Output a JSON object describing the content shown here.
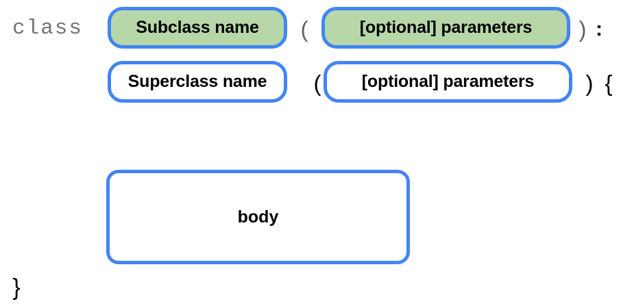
{
  "diagram": {
    "title": "class declaration syntax diagram",
    "colors": {
      "border": "#4285f4",
      "highlight_fill": "#b7d7a8",
      "keyword_text": "#70757a",
      "text": "#000000",
      "background": "#ffffff"
    },
    "keyword": "class",
    "rows": [
      {
        "name": "subclass-row",
        "name_box": {
          "label": "Subclass name",
          "highlighted": true
        },
        "open_paren": "(",
        "params_box": {
          "label": "[optional] parameters",
          "highlighted": true
        },
        "close_paren": ")",
        "terminator": ":"
      },
      {
        "name": "superclass-row",
        "name_box": {
          "label": "Superclass name",
          "highlighted": false
        },
        "open_paren": "(",
        "params_box": {
          "label": "[optional] parameters",
          "highlighted": false
        },
        "close_paren": ")",
        "terminator": "{"
      }
    ],
    "body_box": {
      "label": "body",
      "highlighted": false
    },
    "closing_brace": "}"
  }
}
